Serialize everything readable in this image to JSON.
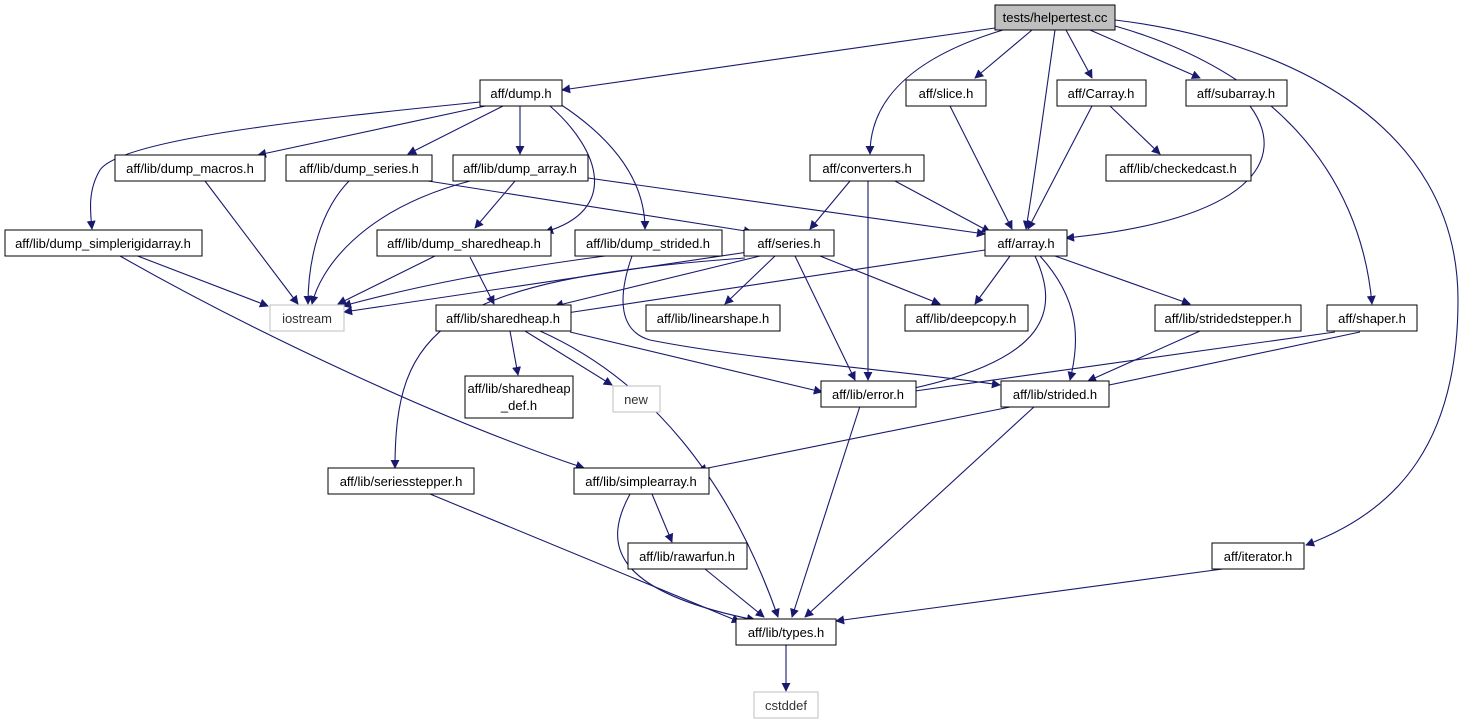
{
  "colors": {
    "edge": "#191970",
    "node_border": "#000000",
    "root_fill": "#bfbfbf",
    "node_fill": "#ffffff",
    "external_border": "#bfbfbf"
  },
  "nodes": {
    "root": "tests/helpertest.cc",
    "dump": "aff/dump.h",
    "slice": "aff/slice.h",
    "carray": "aff/Carray.h",
    "subarray": "aff/subarray.h",
    "dump_macros": "aff/lib/dump_macros.h",
    "dump_series": "aff/lib/dump_series.h",
    "dump_array": "aff/lib/dump_array.h",
    "converters": "aff/converters.h",
    "checkedcast": "aff/lib/checkedcast.h",
    "dump_simplerigid": "aff/lib/dump_simplerigidarray.h",
    "dump_sharedheap": "aff/lib/dump_sharedheap.h",
    "dump_strided": "aff/lib/dump_strided.h",
    "series": "aff/series.h",
    "array": "aff/array.h",
    "iostream": "iostream",
    "sharedheap": "aff/lib/sharedheap.h",
    "linearshape": "aff/lib/linearshape.h",
    "deepcopy": "aff/lib/deepcopy.h",
    "stridedstepper": "aff/lib/stridedstepper.h",
    "shaper": "aff/shaper.h",
    "sharedheap_def_1": "aff/lib/sharedheap",
    "sharedheap_def_2": "_def.h",
    "new": "new",
    "error": "aff/lib/error.h",
    "strided": "aff/lib/strided.h",
    "seriesstepper": "aff/lib/seriesstepper.h",
    "simplearray": "aff/lib/simplearray.h",
    "rawarfun": "aff/lib/rawarfun.h",
    "iterator": "aff/iterator.h",
    "types": "aff/lib/types.h",
    "cstddef": "cstddef"
  }
}
